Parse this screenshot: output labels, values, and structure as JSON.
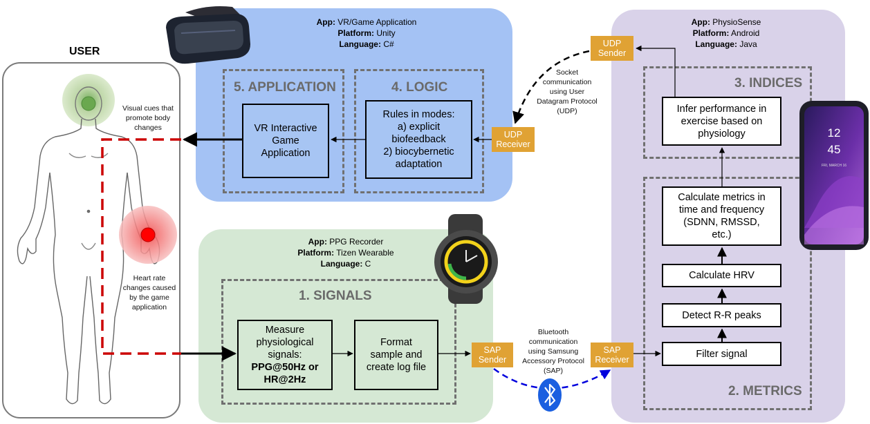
{
  "user": {
    "title": "USER",
    "visual_cue_note": "Visual cues that\npromote body\nchanges",
    "heart_rate_note": "Heart rate\nchanges caused\nby the game\napplication"
  },
  "vr_panel": {
    "app_label": "App:",
    "app_value": " VR/Game Application",
    "platform_label": "Platform:",
    "platform_value": " Unity",
    "language_label": "Language:",
    "language_value": " C#",
    "section_application": "5. APPLICATION",
    "section_logic": "4. LOGIC",
    "application_box": "VR Interactive\nGame\nApplication",
    "logic_box": "Rules in modes:\na) explicit\nbiofeedback\n2) biocybernetic\nadaptation",
    "udp_receiver": "UDP\nReceiver"
  },
  "ppg_panel": {
    "app_label": "App:",
    "app_value": " PPG Recorder",
    "platform_label": "Platform:",
    "platform_value": " Tizen Wearable",
    "language_label": "Language:",
    "language_value": " C",
    "section_signals": "1. SIGNALS",
    "measure_box_normal": "Measure\nphysiological\nsignals:",
    "measure_box_bold": "PPG@50Hz or\nHR@2Hz",
    "format_box": "Format\nsample and\ncreate log file",
    "sap_sender": "SAP\nSender"
  },
  "physio_panel": {
    "app_label": "App:",
    "app_value": " PhysioSense",
    "platform_label": "Platform:",
    "platform_value": " Android",
    "language_label": "Language:",
    "language_value": " Java",
    "section_indices": "3. INDICES",
    "section_metrics": "2. METRICS",
    "infer_box": "Infer performance in\nexercise based on\nphysiology",
    "calc_metrics_box": "Calculate metrics in\ntime and frequency\n(SDNN, RMSSD,\netc.)",
    "calc_hrv_box": "Calculate HRV",
    "detect_box": "Detect R-R peaks",
    "filter_box": "Filter signal",
    "udp_sender": "UDP\nSender",
    "sap_receiver": "SAP\nReceiver"
  },
  "communication": {
    "udp_note": "Socket\ncommunication\nusing User\nDatagram Protocol\n(UDP)",
    "bluetooth_note": "Bluetooth\ncommunication\nusing Samsung\nAccessory Protocol\n(SAP)"
  },
  "phone_screen": {
    "time_hour": "12",
    "time_minute": "45",
    "date": "FRI, MARCH 16"
  },
  "colors": {
    "vr_panel": "#a4c2f4",
    "ppg_panel": "#d5e8d4",
    "physio_panel": "#d9d2e9",
    "orange": "#e0a234",
    "red_dashed": "#cc0000",
    "blue_dashed": "#0000dd"
  },
  "icons": [
    "vr-headset-icon",
    "smartwatch-icon",
    "smartphone-icon",
    "bluetooth-icon",
    "human-body-figure"
  ]
}
